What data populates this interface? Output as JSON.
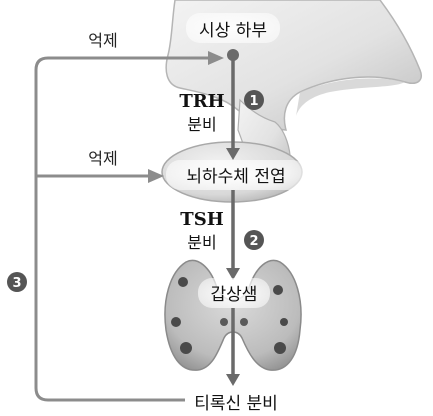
{
  "organs": {
    "hypothalamus": "시상 하부",
    "pituitary": "뇌하수체 전엽",
    "thyroid": "갑상샘",
    "output": "티록신 분비"
  },
  "hormones": {
    "trh": {
      "name": "TRH",
      "action": "분비",
      "step": "1"
    },
    "tsh": {
      "name": "TSH",
      "action": "분비",
      "step": "2"
    }
  },
  "feedback": {
    "label_top": "억제",
    "label_mid": "억제",
    "step": "3"
  },
  "colors": {
    "tissue_light": "#e6e6e6",
    "tissue_shadow": "#b4b4b4",
    "thyroid": "#c8c8c8",
    "thyroid_spot": "#4a4a4a",
    "line": "#6a6a6a",
    "badge": "#555555"
  }
}
